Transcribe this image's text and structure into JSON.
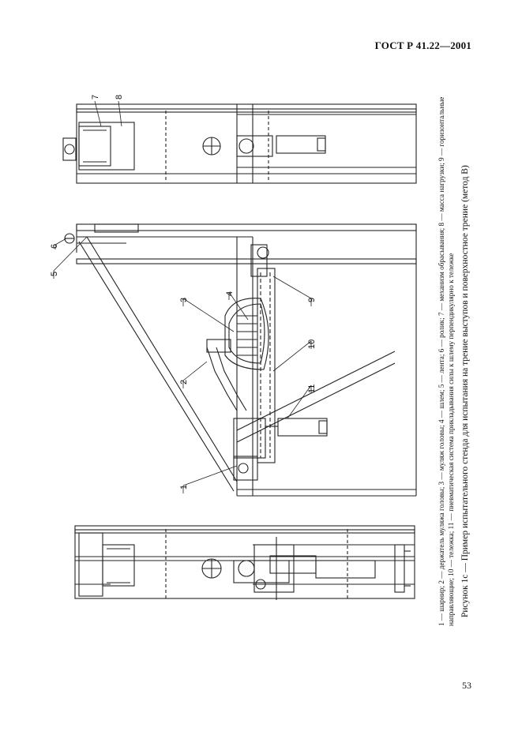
{
  "header": {
    "standard": "ГОСТ Р 41.22—2001"
  },
  "page_number": "53",
  "figure": {
    "caption": "Рисунок 1c — Пример испытательного стенда для испытания на трение выступов и поверхностное трение (метод В)",
    "legend_line1": "1 — шарнир; 2 — держатель муляжа головы; 3 — муляж головы; 4 — шлем; 5 — лента; 6 — ролик; 7 — механизм обрасывания; 8 — масса нагрузки; 9 — горизонтальные",
    "legend_line2": "направляющие; 10 — тележка; 11 — пневматическая система прикладывания силы к шлему перпендикулярно к тележке",
    "callouts": [
      "1",
      "2",
      "3",
      "4",
      "5",
      "6",
      "7",
      "8",
      "9",
      "10",
      "11"
    ]
  }
}
